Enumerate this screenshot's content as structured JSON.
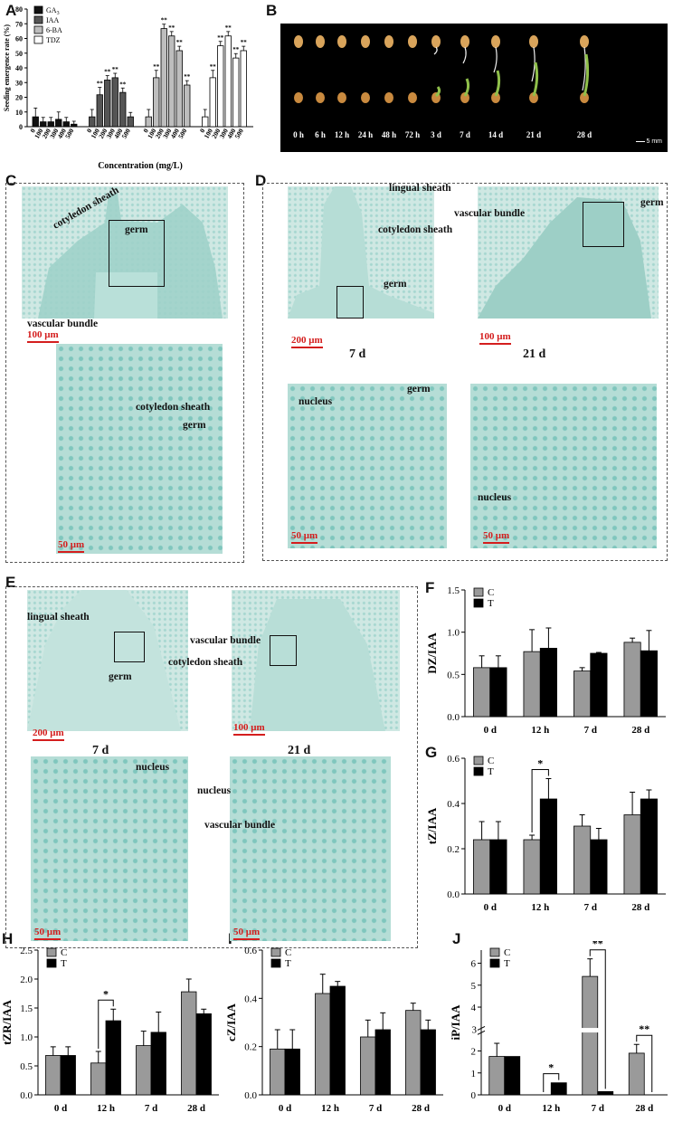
{
  "panels": {
    "A": "A",
    "B": "B",
    "C": "C",
    "D": "D",
    "E": "E",
    "F": "F",
    "G": "G",
    "H": "H",
    "I": "I",
    "J": "J"
  },
  "panel_b": {
    "times": [
      "0 h",
      "6 h",
      "12 h",
      "24 h",
      "48 h",
      "72 h",
      "3 d",
      "7 d",
      "14 d",
      "21 d",
      "28 d"
    ],
    "scale_bar": "5 mm"
  },
  "panel_c": {
    "labels": {
      "cotyledon_sheath": "cotyledon sheath",
      "germ": "germ",
      "vascular_bundle": "vascular bundle",
      "cotyledon_sheath_2": "cotyledon sheath",
      "germ_2": "germ"
    },
    "scale_top": "100 μm",
    "scale_bottom": "50 μm"
  },
  "panel_d": {
    "labels": {
      "lingual_sheath": "lingual sheath",
      "cotyledon_sheath": "cotyledon sheath",
      "germ": "germ",
      "vascular_bundle": "vascular bundle",
      "germ_21": "germ",
      "nucleus": "nucleus",
      "germ_bottom": "germ",
      "nucleus_2": "nucleus"
    },
    "day_left": "7 d",
    "day_right": "21 d",
    "scale_tl": "200 μm",
    "scale_tr": "100 μm",
    "scale_bl": "50 μm",
    "scale_br": "50 μm"
  },
  "panel_e": {
    "labels": {
      "lingual_sheath": "lingual sheath",
      "germ": "germ",
      "vascular_bundle": "vascular bundle",
      "cotyledon_sheath": "cotyledon sheath",
      "nucleus": "nucleus",
      "nucleus_2": "nucleus",
      "vascular_bundle_2": "vascular bundle"
    },
    "day_left": "7 d",
    "day_right": "21 d",
    "scale_tl": "200 μm",
    "scale_tr": "100 μm",
    "scale_bl": "50 μm",
    "scale_br": "50 μm"
  },
  "colors": {
    "C": "#9a9a9a",
    "T": "#000000",
    "GA3": "#111111",
    "IAA": "#555555",
    "6-BA": "#bdbdbd",
    "TDZ": "#ffffff"
  },
  "chart_data": [
    {
      "panel": "A",
      "type": "bar",
      "ylabel": "Seeding emergence rate (%)",
      "xlabel": "Concentration (mg/L)",
      "ylim": [
        0,
        80
      ],
      "yticks": [
        0,
        10,
        20,
        30,
        40,
        50,
        60,
        70,
        80
      ],
      "legend": [
        "GA3",
        "IAA",
        "6-BA",
        "TDZ"
      ],
      "categories": [
        "0",
        "100",
        "200",
        "300",
        "400",
        "500"
      ],
      "series": [
        {
          "name": "GA3",
          "values": [
            6.7,
            3.3,
            3.3,
            5.0,
            3.3,
            1.7
          ],
          "errors": [
            6,
            3,
            3,
            5,
            3,
            2
          ],
          "sig": [
            "",
            "",
            "",
            "",
            "",
            ""
          ]
        },
        {
          "name": "IAA",
          "values": [
            6.7,
            21.7,
            31.7,
            33.3,
            23.3,
            6.7
          ],
          "errors": [
            5,
            5,
            3,
            3,
            3,
            3
          ],
          "sig": [
            "",
            "**",
            "**",
            "**",
            "**",
            ""
          ]
        },
        {
          "name": "6-BA",
          "values": [
            6.7,
            33.3,
            66.7,
            61.7,
            51.7,
            28.3
          ],
          "errors": [
            5,
            5,
            3,
            3,
            3,
            3
          ],
          "sig": [
            "",
            "**",
            "**",
            "**",
            "**",
            "**"
          ]
        },
        {
          "name": "TDZ",
          "values": [
            6.7,
            33.3,
            55.0,
            61.7,
            46.7,
            51.7
          ],
          "errors": [
            5,
            5,
            3,
            3,
            3,
            3
          ],
          "sig": [
            "",
            "**",
            "**",
            "**",
            "**",
            "**"
          ]
        }
      ]
    },
    {
      "panel": "F",
      "type": "bar",
      "ylabel": "DZ/IAA",
      "ylim": [
        0,
        1.5
      ],
      "yticks": [
        "0.0",
        "0.5",
        "1.0",
        "1.5"
      ],
      "categories": [
        "0 d",
        "12 h",
        "7 d",
        "28 d"
      ],
      "legend": [
        "C",
        "T"
      ],
      "series": [
        {
          "name": "C",
          "values": [
            0.58,
            0.77,
            0.54,
            0.88
          ],
          "errors": [
            0.14,
            0.26,
            0.04,
            0.05
          ]
        },
        {
          "name": "T",
          "values": [
            0.58,
            0.81,
            0.75,
            0.78
          ],
          "errors": [
            0.14,
            0.24,
            0.01,
            0.24
          ]
        }
      ],
      "sig": []
    },
    {
      "panel": "G",
      "type": "bar",
      "ylabel": "tZ/IAA",
      "ylim": [
        0,
        0.6
      ],
      "yticks": [
        "0.0",
        "0.2",
        "0.4",
        "0.6"
      ],
      "categories": [
        "0 d",
        "12 h",
        "7 d",
        "28 d"
      ],
      "legend": [
        "C",
        "T"
      ],
      "series": [
        {
          "name": "C",
          "values": [
            0.24,
            0.24,
            0.3,
            0.35
          ],
          "errors": [
            0.08,
            0.02,
            0.05,
            0.1
          ]
        },
        {
          "name": "T",
          "values": [
            0.24,
            0.42,
            0.24,
            0.42
          ],
          "errors": [
            0.08,
            0.09,
            0.05,
            0.04
          ]
        }
      ],
      "sig": [
        {
          "cat": 1,
          "label": "*"
        }
      ]
    },
    {
      "panel": "H",
      "type": "bar",
      "ylabel": "tZR/IAA",
      "ylim": [
        0,
        2.5
      ],
      "yticks": [
        "0.0",
        "0.5",
        "1.0",
        "1.5",
        "2.0",
        "2.5"
      ],
      "categories": [
        "0 d",
        "12 h",
        "7 d",
        "28 d"
      ],
      "legend": [
        "C",
        "T"
      ],
      "series": [
        {
          "name": "C",
          "values": [
            0.68,
            0.55,
            0.85,
            1.78
          ],
          "errors": [
            0.15,
            0.2,
            0.25,
            0.22
          ]
        },
        {
          "name": "T",
          "values": [
            0.68,
            1.28,
            1.08,
            1.4
          ],
          "errors": [
            0.15,
            0.2,
            0.35,
            0.08
          ]
        }
      ],
      "sig": [
        {
          "cat": 1,
          "label": "*"
        }
      ]
    },
    {
      "panel": "I",
      "type": "bar",
      "ylabel": "cZ/IAA",
      "ylim": [
        0,
        0.6
      ],
      "yticks": [
        "0.0",
        "0.2",
        "0.4",
        "0.6"
      ],
      "categories": [
        "0 d",
        "12 h",
        "7 d",
        "28 d"
      ],
      "legend": [
        "C",
        "T"
      ],
      "series": [
        {
          "name": "C",
          "values": [
            0.19,
            0.42,
            0.24,
            0.35
          ],
          "errors": [
            0.08,
            0.08,
            0.07,
            0.03
          ]
        },
        {
          "name": "T",
          "values": [
            0.19,
            0.45,
            0.27,
            0.27
          ],
          "errors": [
            0.08,
            0.02,
            0.07,
            0.04
          ]
        }
      ],
      "sig": []
    },
    {
      "panel": "J",
      "type": "bar",
      "ylabel": "iP/IAA",
      "yticks": [
        "0",
        "1",
        "2",
        "3",
        "4",
        "5",
        "6"
      ],
      "axis_break": true,
      "categories": [
        "0 d",
        "12 h",
        "7 d",
        "28 d"
      ],
      "legend": [
        "C",
        "T"
      ],
      "series": [
        {
          "name": "C",
          "values": [
            1.75,
            0,
            5.4,
            1.9
          ],
          "errors": [
            0.6,
            0,
            0.8,
            0.4
          ]
        },
        {
          "name": "T",
          "values": [
            1.75,
            0.55,
            0.15,
            0
          ]
        }
      ],
      "sig": [
        {
          "cat": 1,
          "label": "*"
        },
        {
          "cat": 2,
          "label": "**"
        },
        {
          "cat": 3,
          "label": "**"
        }
      ]
    }
  ]
}
